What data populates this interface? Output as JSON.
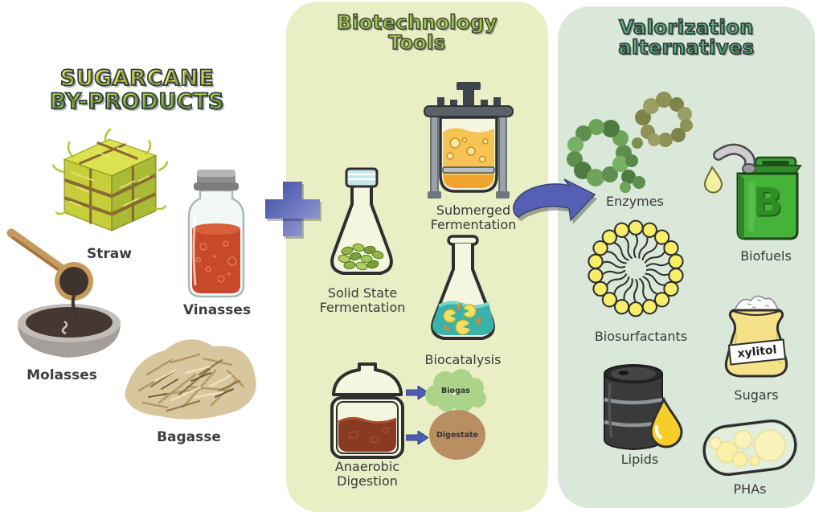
{
  "left_section": {
    "title_line1": "SUGARCANE",
    "title_line2": "BY-PRODUCTS",
    "items": [
      {
        "label": "Straw",
        "icon": "straw-bale-icon"
      },
      {
        "label": "Vinasses",
        "icon": "vinasses-vial-icon"
      },
      {
        "label": "Molasses",
        "icon": "molasses-bowl-icon"
      },
      {
        "label": "Bagasse",
        "icon": "bagasse-pile-icon"
      }
    ]
  },
  "plus_connector": {
    "icon": "plus-icon",
    "color": "#5560b4"
  },
  "flow_arrow": {
    "icon": "curved-arrow-icon",
    "color": "#5560b4"
  },
  "biotech_panel": {
    "title_line1": "Biotechnology",
    "title_line2": "Tools",
    "bg_color": "#e9eec5",
    "tools": [
      {
        "label_line1": "Solid State",
        "label_line2": "Fermentation",
        "icon": "erlenmeyer-solids-icon"
      },
      {
        "label_line1": "Submerged",
        "label_line2": "Fermentation",
        "icon": "bioreactor-icon"
      },
      {
        "label_line1": "Biocatalysis",
        "icon": "erlenmeyer-biocatalysis-icon"
      },
      {
        "label_line1": "Anaerobic",
        "label_line2": "Digestion",
        "icon": "digester-icon"
      }
    ],
    "digestion_outputs": [
      {
        "label": "Biogas",
        "shape_color": "#abd489",
        "icon": "biogas-cloud-shape"
      },
      {
        "label": "Digestate",
        "shape_color": "#b98f62",
        "icon": "digestate-circle-shape"
      }
    ]
  },
  "valorization_panel": {
    "title_line1": "Valorization",
    "title_line2": "alternatives",
    "bg_color": "#d9e8d9",
    "items": [
      {
        "label": "Enzymes",
        "icon": "enzyme-protein-icon"
      },
      {
        "label": "Biofuels",
        "icon": "fuel-can-icon",
        "can_letter": "B"
      },
      {
        "label": "Biosurfactants",
        "icon": "micelle-icon"
      },
      {
        "label": "Sugars",
        "icon": "sugar-bag-icon",
        "bag_text": "xylitol"
      },
      {
        "label": "Lipids",
        "icon": "oil-barrel-icon"
      },
      {
        "label": "PHAs",
        "icon": "pha-cell-icon"
      }
    ]
  },
  "colors": {
    "arrow_blue": "#5560b4",
    "biotech_panel_bg": "#e9eec5",
    "valorization_panel_bg": "#d9e8d9",
    "label_text": "#3a3a3a"
  }
}
